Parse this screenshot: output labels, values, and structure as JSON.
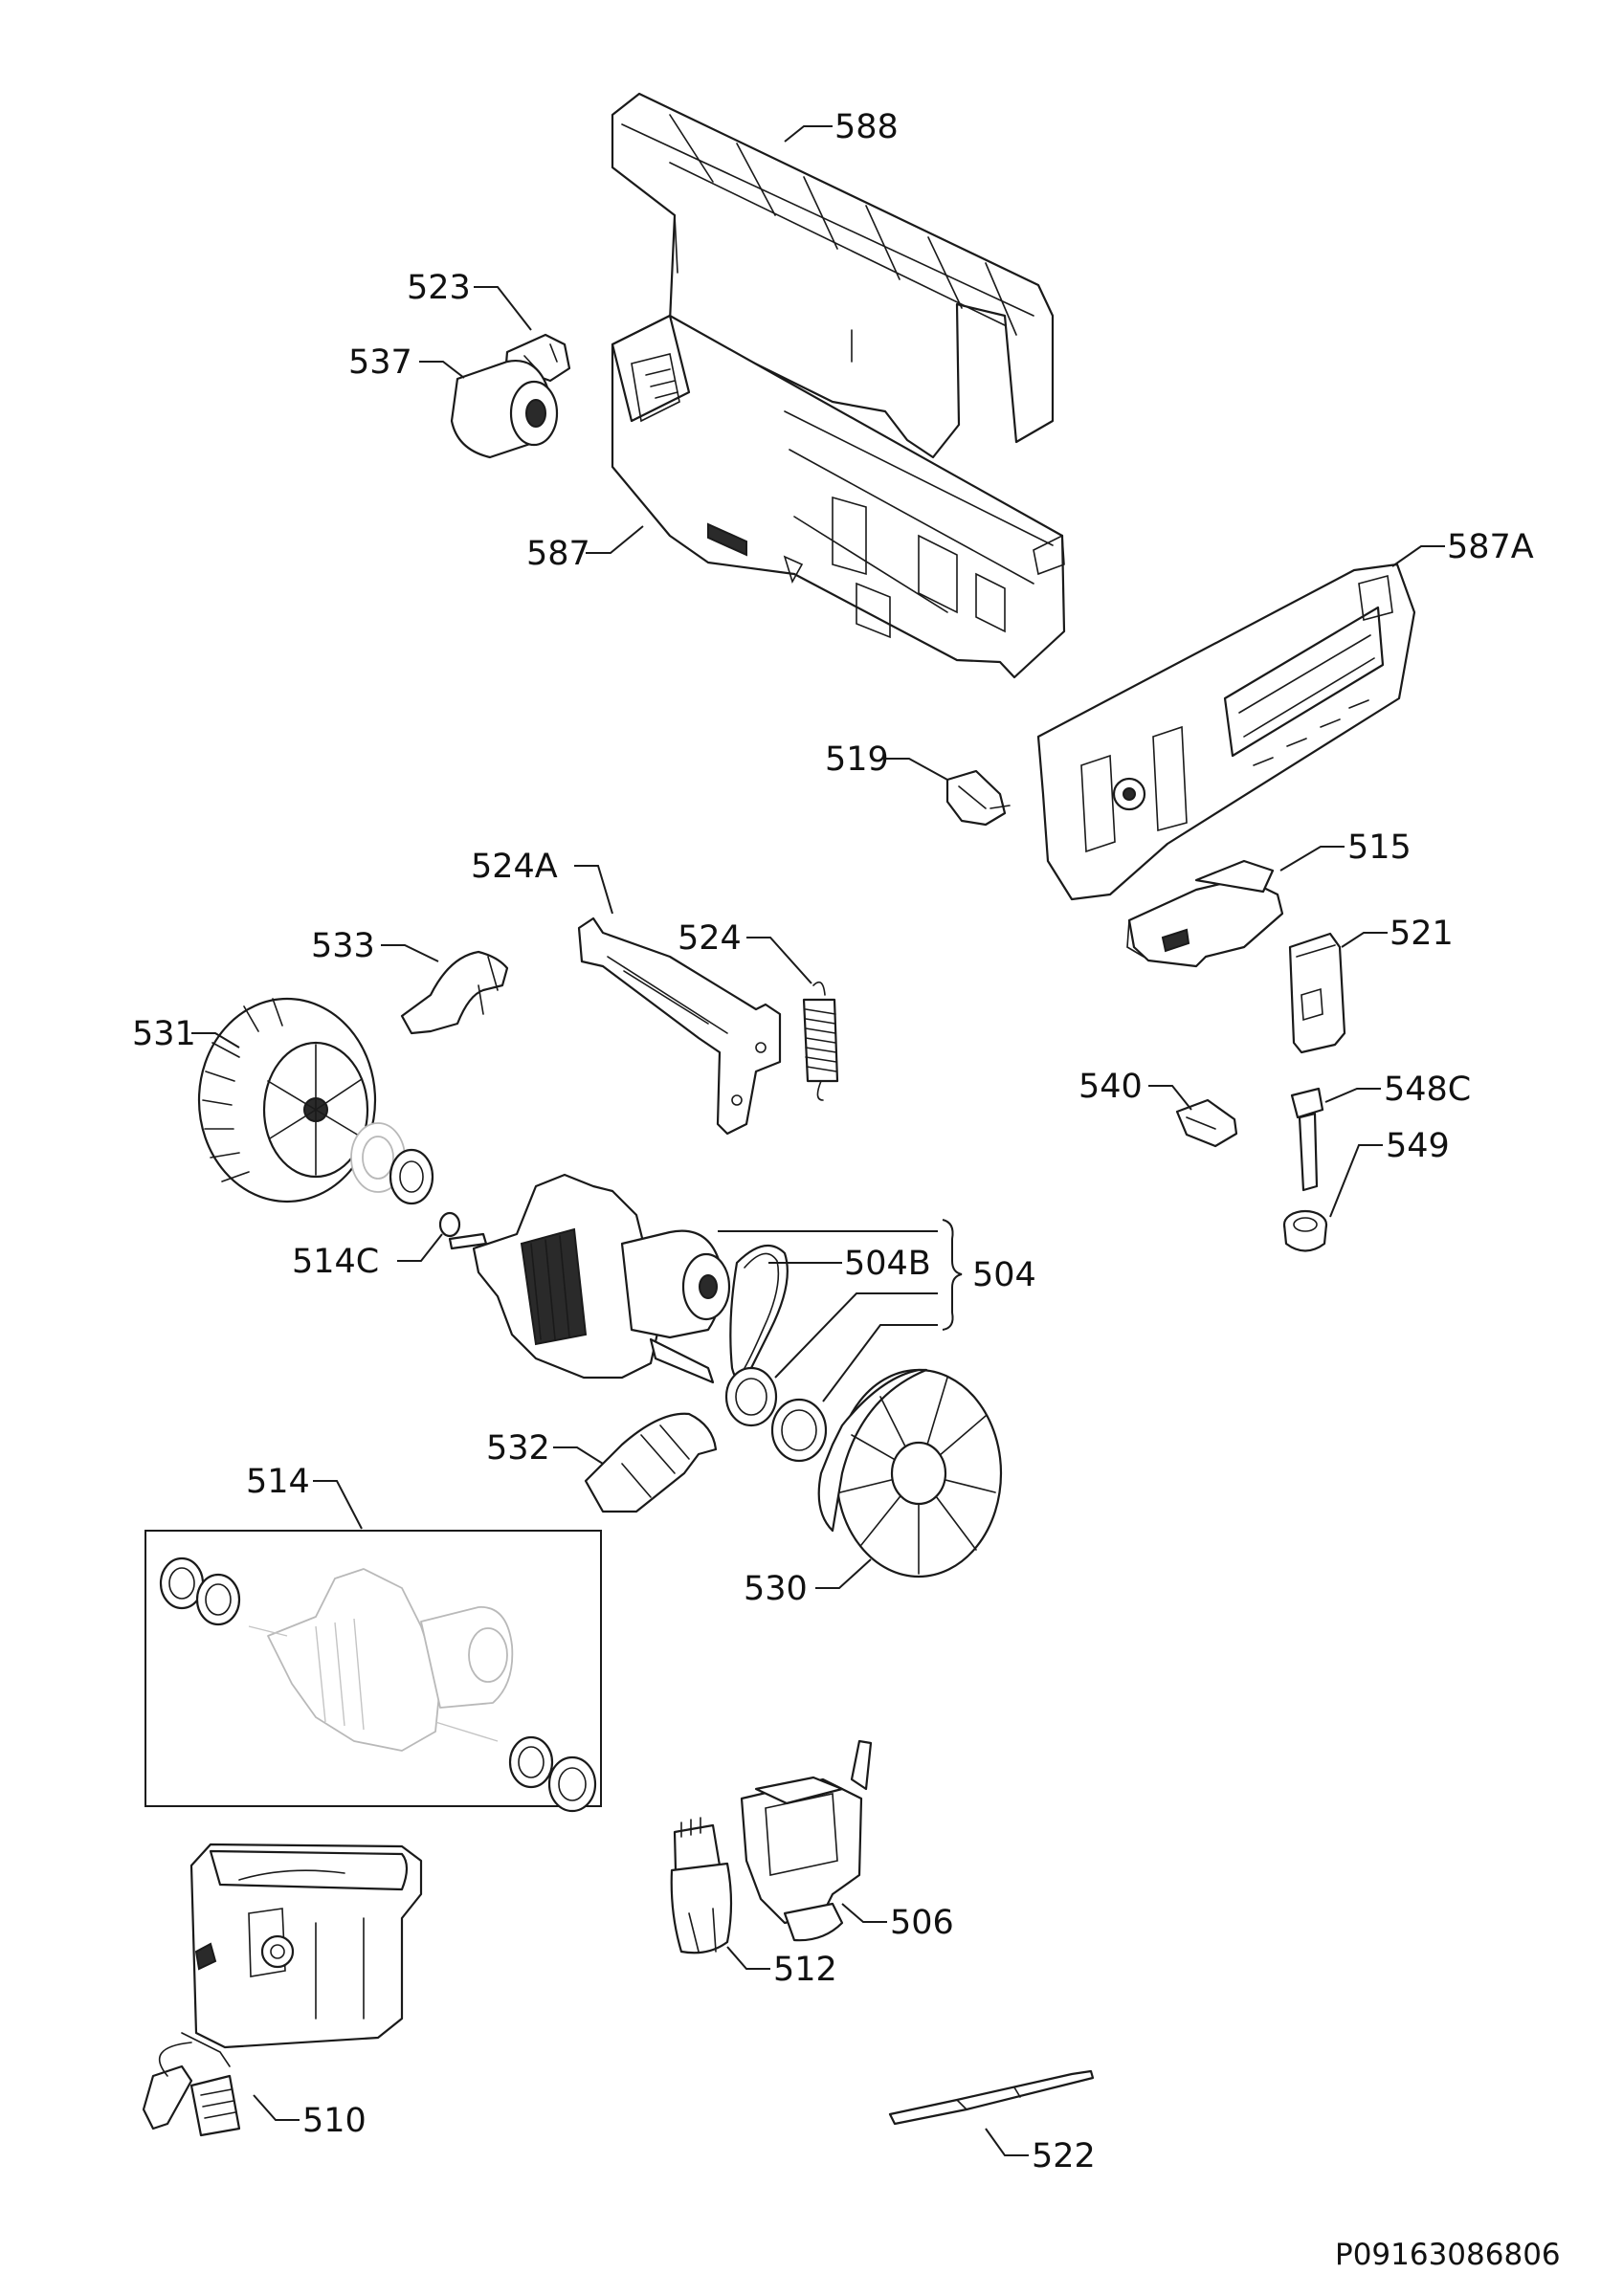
{
  "drawing_code": "P09163086806",
  "callouts": {
    "p588": "588",
    "p523": "523",
    "p537": "537",
    "p587": "587",
    "p587A": "587A",
    "p519": "519",
    "p515": "515",
    "p524A": "524A",
    "p524": "524",
    "p533": "533",
    "p521": "521",
    "p531": "531",
    "p540": "540",
    "p548C": "548C",
    "p549": "549",
    "p514C": "514C",
    "p504B": "504B",
    "p504": "504",
    "p532": "532",
    "p514": "514",
    "p530": "530",
    "p506": "506",
    "p512": "512",
    "p510": "510",
    "p522": "522"
  }
}
